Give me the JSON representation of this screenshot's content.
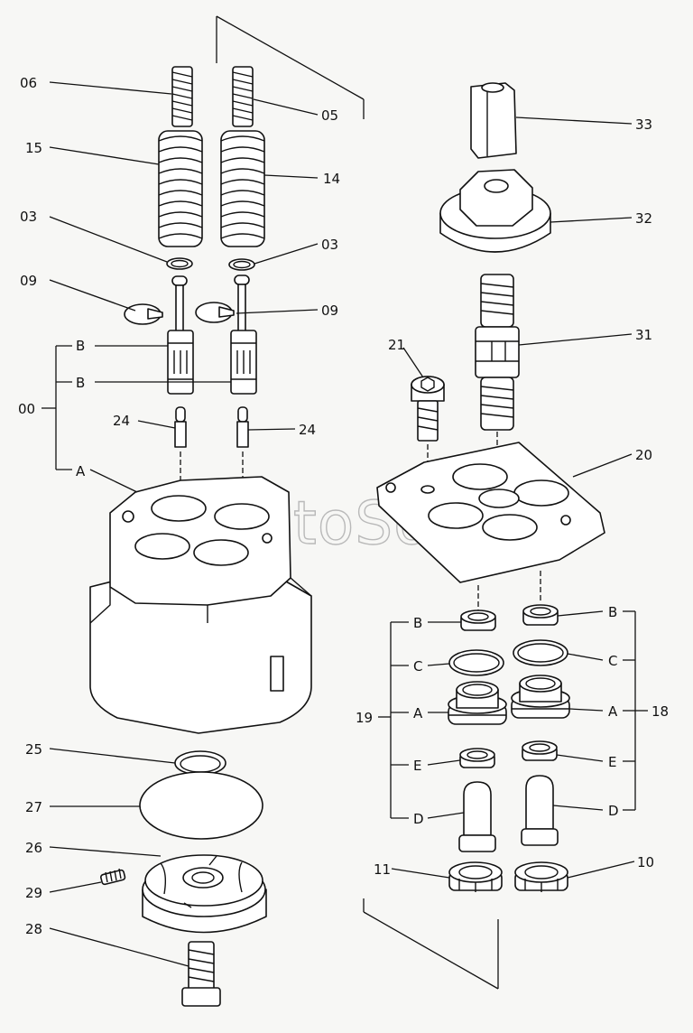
{
  "watermark": "AutoSoft",
  "labels": {
    "l06": "06",
    "l05": "05",
    "l15": "15",
    "l14": "14",
    "l03a": "03",
    "l03b": "03",
    "l09a": "09",
    "l09b": "09",
    "l00": "00",
    "lB1": "B",
    "lB2": "B",
    "lA1": "A",
    "l24a": "24",
    "l24b": "24",
    "l25": "25",
    "l27": "27",
    "l26": "26",
    "l29": "29",
    "l28": "28",
    "l33": "33",
    "l32": "32",
    "l31": "31",
    "l21": "21",
    "l20": "20",
    "l19": "19",
    "lB3": "B",
    "lC1": "C",
    "lA2": "A",
    "lE1": "E",
    "lD1": "D",
    "l18": "18",
    "lB4": "B",
    "lC2": "C",
    "lA3": "A",
    "lE2": "E",
    "lD2": "D",
    "l11": "11",
    "l10": "10"
  }
}
